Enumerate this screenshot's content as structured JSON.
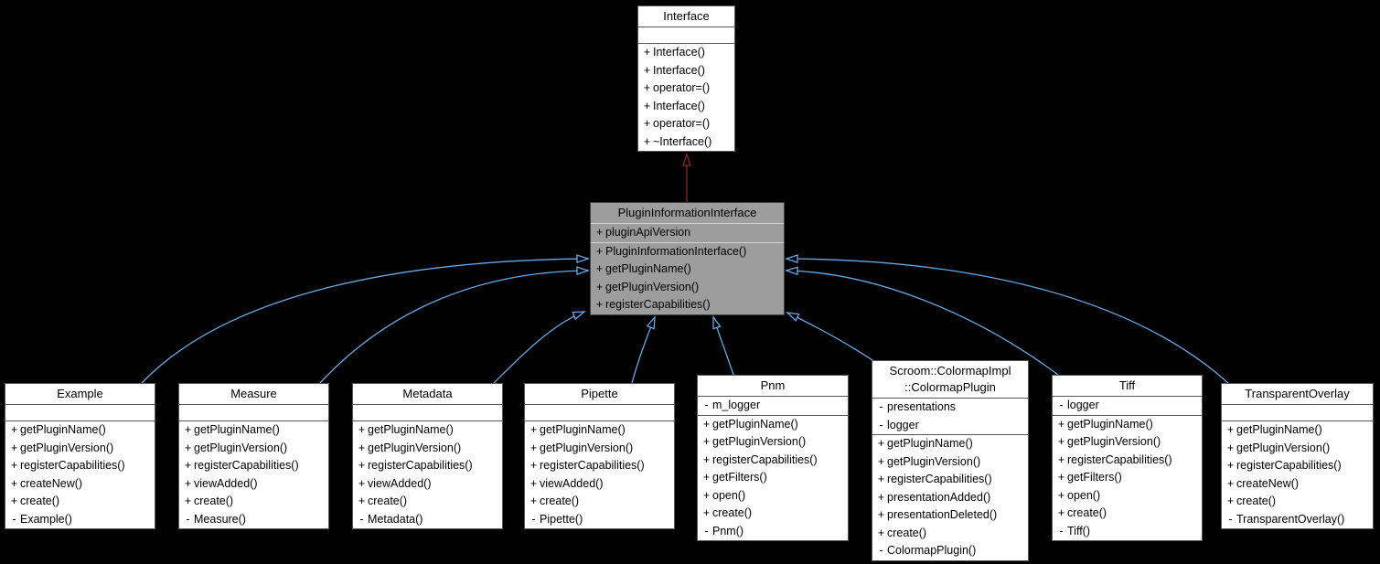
{
  "diagram": {
    "colors": {
      "background": "#000000",
      "node_fill": "#ffffff",
      "node_border": "#585858",
      "highlight_fill": "#9d9d9d",
      "highlight_border": "#3f3f3f",
      "highlight_separator": "#d2d2d2",
      "text": "#000000",
      "edge_blue": "#63aae8",
      "edge_red": "#8e2323",
      "arrowhead_fill": "#000000"
    },
    "nodes": [
      {
        "id": "interface",
        "title_lines": [
          "Interface"
        ],
        "highlighted": false,
        "attributes": [],
        "methods": [
          {
            "v": "+",
            "m": "Interface()"
          },
          {
            "v": "+",
            "m": "Interface()"
          },
          {
            "v": "+",
            "m": "operator=()"
          },
          {
            "v": "+",
            "m": "Interface()"
          },
          {
            "v": "+",
            "m": "operator=()"
          },
          {
            "v": "+",
            "m": "~Interface()"
          }
        ]
      },
      {
        "id": "plugin-information-interface",
        "title_lines": [
          "PluginInformationInterface"
        ],
        "highlighted": true,
        "attributes": [
          {
            "v": "+",
            "m": "pluginApiVersion"
          }
        ],
        "methods": [
          {
            "v": "+",
            "m": "PluginInformationInterface()"
          },
          {
            "v": "+",
            "m": "getPluginName()"
          },
          {
            "v": "+",
            "m": "getPluginVersion()"
          },
          {
            "v": "+",
            "m": "registerCapabilities()"
          }
        ]
      },
      {
        "id": "example",
        "title_lines": [
          "Example"
        ],
        "highlighted": false,
        "attributes": [],
        "methods": [
          {
            "v": "+",
            "m": "getPluginName()"
          },
          {
            "v": "+",
            "m": "getPluginVersion()"
          },
          {
            "v": "+",
            "m": "registerCapabilities()"
          },
          {
            "v": "+",
            "m": "createNew()"
          },
          {
            "v": "+",
            "m": "create()"
          },
          {
            "v": "-",
            "m": "Example()"
          }
        ]
      },
      {
        "id": "measure",
        "title_lines": [
          "Measure"
        ],
        "highlighted": false,
        "attributes": [],
        "methods": [
          {
            "v": "+",
            "m": "getPluginName()"
          },
          {
            "v": "+",
            "m": "getPluginVersion()"
          },
          {
            "v": "+",
            "m": "registerCapabilities()"
          },
          {
            "v": "+",
            "m": "viewAdded()"
          },
          {
            "v": "+",
            "m": "create()"
          },
          {
            "v": "-",
            "m": "Measure()"
          }
        ]
      },
      {
        "id": "metadata",
        "title_lines": [
          "Metadata"
        ],
        "highlighted": false,
        "attributes": [],
        "methods": [
          {
            "v": "+",
            "m": "getPluginName()"
          },
          {
            "v": "+",
            "m": "getPluginVersion()"
          },
          {
            "v": "+",
            "m": "registerCapabilities()"
          },
          {
            "v": "+",
            "m": "viewAdded()"
          },
          {
            "v": "+",
            "m": "create()"
          },
          {
            "v": "-",
            "m": "Metadata()"
          }
        ]
      },
      {
        "id": "pipette",
        "title_lines": [
          "Pipette"
        ],
        "highlighted": false,
        "attributes": [],
        "methods": [
          {
            "v": "+",
            "m": "getPluginName()"
          },
          {
            "v": "+",
            "m": "getPluginVersion()"
          },
          {
            "v": "+",
            "m": "registerCapabilities()"
          },
          {
            "v": "+",
            "m": "viewAdded()"
          },
          {
            "v": "+",
            "m": "create()"
          },
          {
            "v": "-",
            "m": "Pipette()"
          }
        ]
      },
      {
        "id": "pnm",
        "title_lines": [
          "Pnm"
        ],
        "highlighted": false,
        "attributes": [
          {
            "v": "-",
            "m": "m_logger"
          }
        ],
        "methods": [
          {
            "v": "+",
            "m": "getPluginName()"
          },
          {
            "v": "+",
            "m": "getPluginVersion()"
          },
          {
            "v": "+",
            "m": "registerCapabilities()"
          },
          {
            "v": "+",
            "m": "getFilters()"
          },
          {
            "v": "+",
            "m": "open()"
          },
          {
            "v": "+",
            "m": "create()"
          },
          {
            "v": "-",
            "m": "Pnm()"
          }
        ]
      },
      {
        "id": "scroom-colormap-plugin",
        "title_lines": [
          "Scroom::ColormapImpl",
          "::ColormapPlugin"
        ],
        "highlighted": false,
        "attributes": [
          {
            "v": "-",
            "m": "presentations"
          },
          {
            "v": "-",
            "m": "logger"
          }
        ],
        "methods": [
          {
            "v": "+",
            "m": "getPluginName()"
          },
          {
            "v": "+",
            "m": "getPluginVersion()"
          },
          {
            "v": "+",
            "m": "registerCapabilities()"
          },
          {
            "v": "+",
            "m": "presentationAdded()"
          },
          {
            "v": "+",
            "m": "presentationDeleted()"
          },
          {
            "v": "+",
            "m": "create()"
          },
          {
            "v": "-",
            "m": "ColormapPlugin()"
          }
        ]
      },
      {
        "id": "tiff",
        "title_lines": [
          "Tiff"
        ],
        "highlighted": false,
        "attributes": [
          {
            "v": "-",
            "m": "logger"
          }
        ],
        "methods": [
          {
            "v": "+",
            "m": "getPluginName()"
          },
          {
            "v": "+",
            "m": "getPluginVersion()"
          },
          {
            "v": "+",
            "m": "registerCapabilities()"
          },
          {
            "v": "+",
            "m": "getFilters()"
          },
          {
            "v": "+",
            "m": "open()"
          },
          {
            "v": "+",
            "m": "create()"
          },
          {
            "v": "-",
            "m": "Tiff()"
          }
        ]
      },
      {
        "id": "transparent-overlay",
        "title_lines": [
          "TransparentOverlay"
        ],
        "highlighted": false,
        "attributes": [],
        "methods": [
          {
            "v": "+",
            "m": "getPluginName()"
          },
          {
            "v": "+",
            "m": "getPluginVersion()"
          },
          {
            "v": "+",
            "m": "registerCapabilities()"
          },
          {
            "v": "+",
            "m": "createNew()"
          },
          {
            "v": "+",
            "m": "create()"
          },
          {
            "v": "-",
            "m": "TransparentOverlay()"
          }
        ]
      }
    ],
    "edges": [
      {
        "from": "plugin-information-interface",
        "to": "interface",
        "relation": "inherits",
        "color_key": "edge_red"
      },
      {
        "from": "example",
        "to": "plugin-information-interface",
        "relation": "inherits",
        "color_key": "edge_blue"
      },
      {
        "from": "measure",
        "to": "plugin-information-interface",
        "relation": "inherits",
        "color_key": "edge_blue"
      },
      {
        "from": "metadata",
        "to": "plugin-information-interface",
        "relation": "inherits",
        "color_key": "edge_blue"
      },
      {
        "from": "pipette",
        "to": "plugin-information-interface",
        "relation": "inherits",
        "color_key": "edge_blue"
      },
      {
        "from": "pnm",
        "to": "plugin-information-interface",
        "relation": "inherits",
        "color_key": "edge_blue"
      },
      {
        "from": "scroom-colormap-plugin",
        "to": "plugin-information-interface",
        "relation": "inherits",
        "color_key": "edge_blue"
      },
      {
        "from": "tiff",
        "to": "plugin-information-interface",
        "relation": "inherits",
        "color_key": "edge_blue"
      },
      {
        "from": "transparent-overlay",
        "to": "plugin-information-interface",
        "relation": "inherits",
        "color_key": "edge_blue"
      }
    ]
  }
}
